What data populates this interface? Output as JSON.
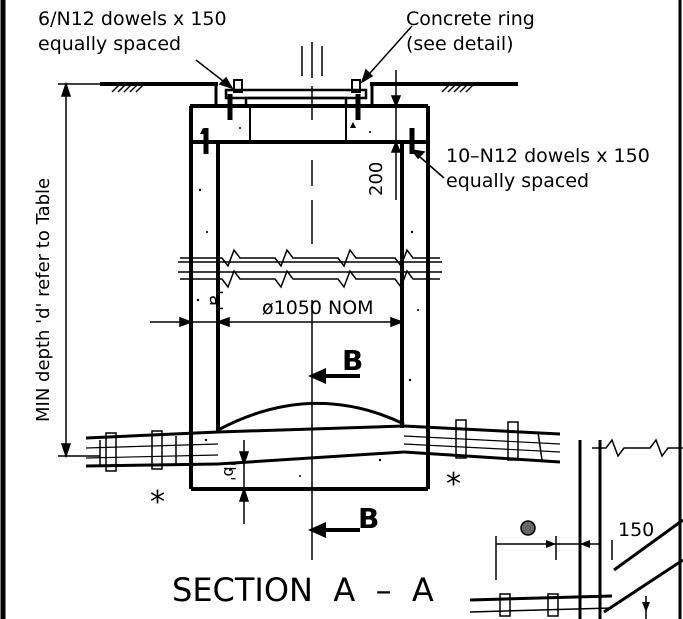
{
  "labels": {
    "dowels_top_line1": "6/N12 dowels x 150",
    "dowels_top_line2": "equally spaced",
    "ring_line1": "Concrete ring",
    "ring_line2": "(see detail)",
    "dowels_side_line1": "10–N12 dowels x 150",
    "dowels_side_line2": "equally spaced",
    "dim_200": "200",
    "depth_label": "MIN depth 'd' refer to Table",
    "dim_a": "'a'",
    "dia_nom": "ø1050 NOM",
    "dim_b": "'b'",
    "section_b_top": "B",
    "section_b_bottom": "B",
    "section_title": "SECTION  A  –  A",
    "dim_150": "150",
    "asterisk_left": "*",
    "asterisk_right": "*"
  }
}
